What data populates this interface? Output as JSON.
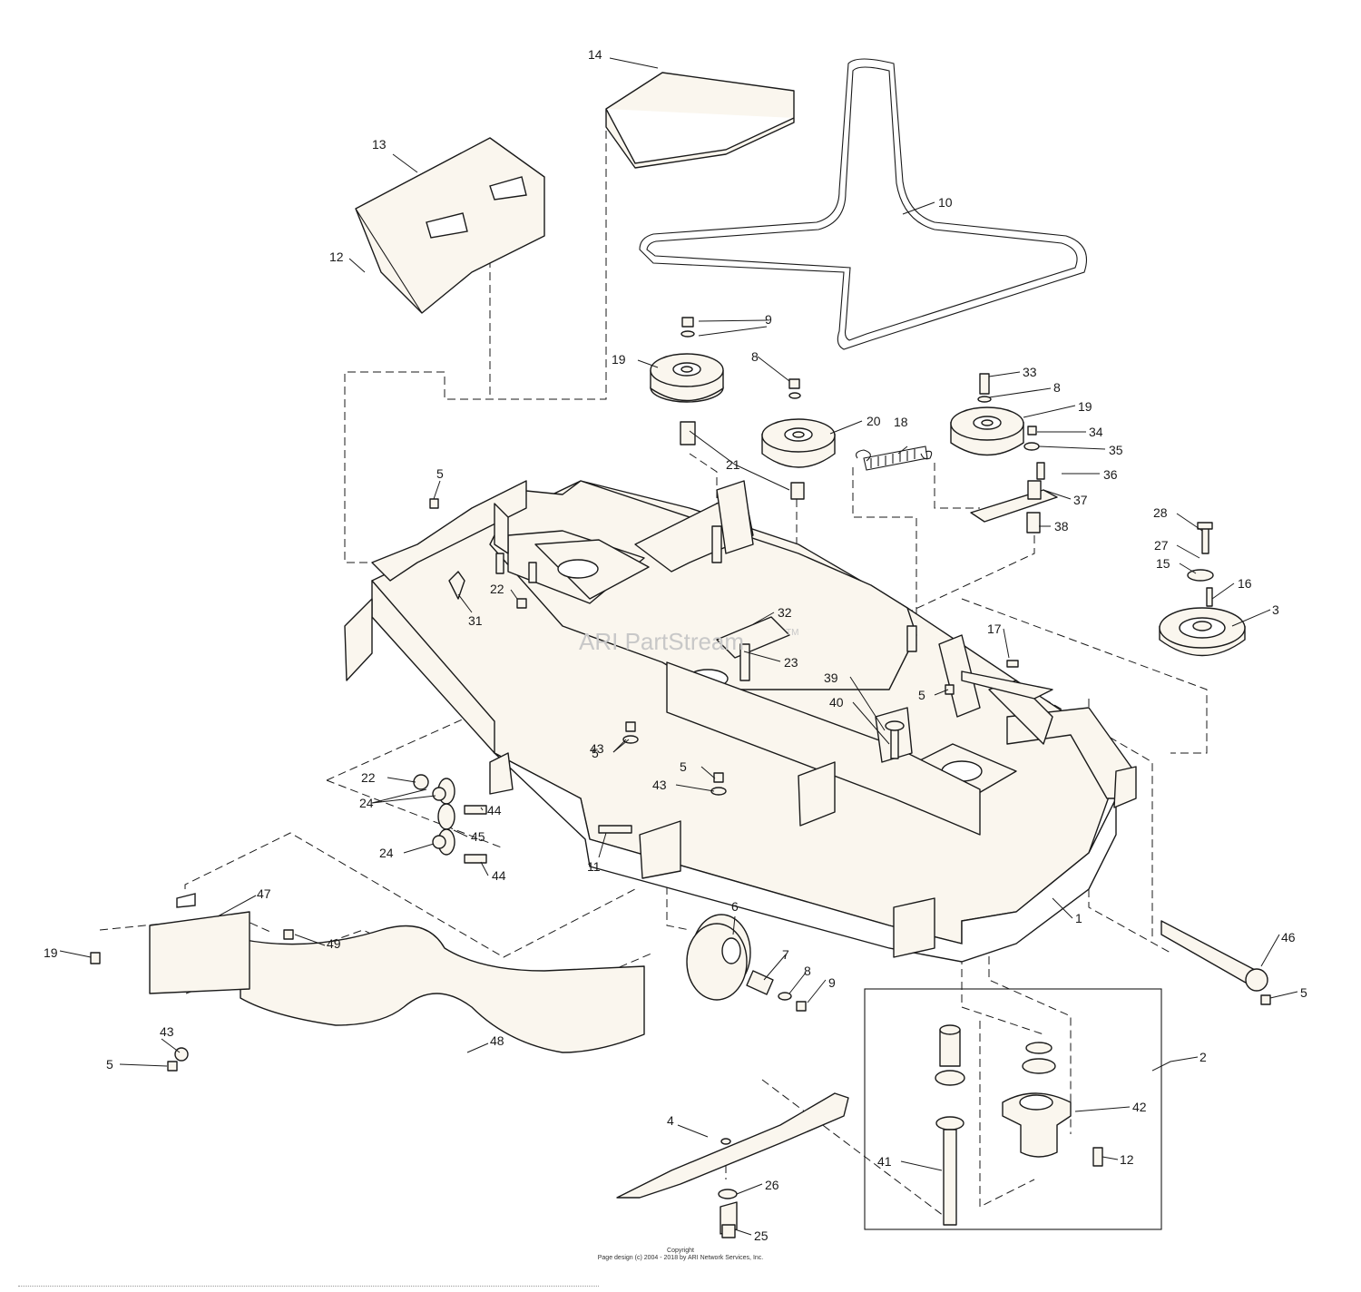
{
  "watermark": {
    "text": "ARI PartStream",
    "tm": "TM"
  },
  "footer": {
    "copyright_label": "Copyright",
    "page_design": "Page design (c) 2004 - 2018 by ARI Network Services, Inc."
  },
  "callouts": [
    "14",
    "13",
    "12",
    "10",
    "9",
    "8",
    "19",
    "20",
    "21",
    "18",
    "33",
    "8",
    "19",
    "34",
    "35",
    "36",
    "37",
    "38",
    "5",
    "22",
    "31",
    "32",
    "23",
    "28",
    "27",
    "15",
    "16",
    "3",
    "17",
    "39",
    "40",
    "5",
    "5",
    "43",
    "5",
    "43",
    "22",
    "24",
    "44",
    "24",
    "45",
    "44",
    "11",
    "6",
    "7",
    "8",
    "9",
    "1",
    "46",
    "5",
    "47",
    "49",
    "19",
    "43",
    "5",
    "48",
    "2",
    "42",
    "12",
    "41",
    "4",
    "26",
    "25"
  ]
}
